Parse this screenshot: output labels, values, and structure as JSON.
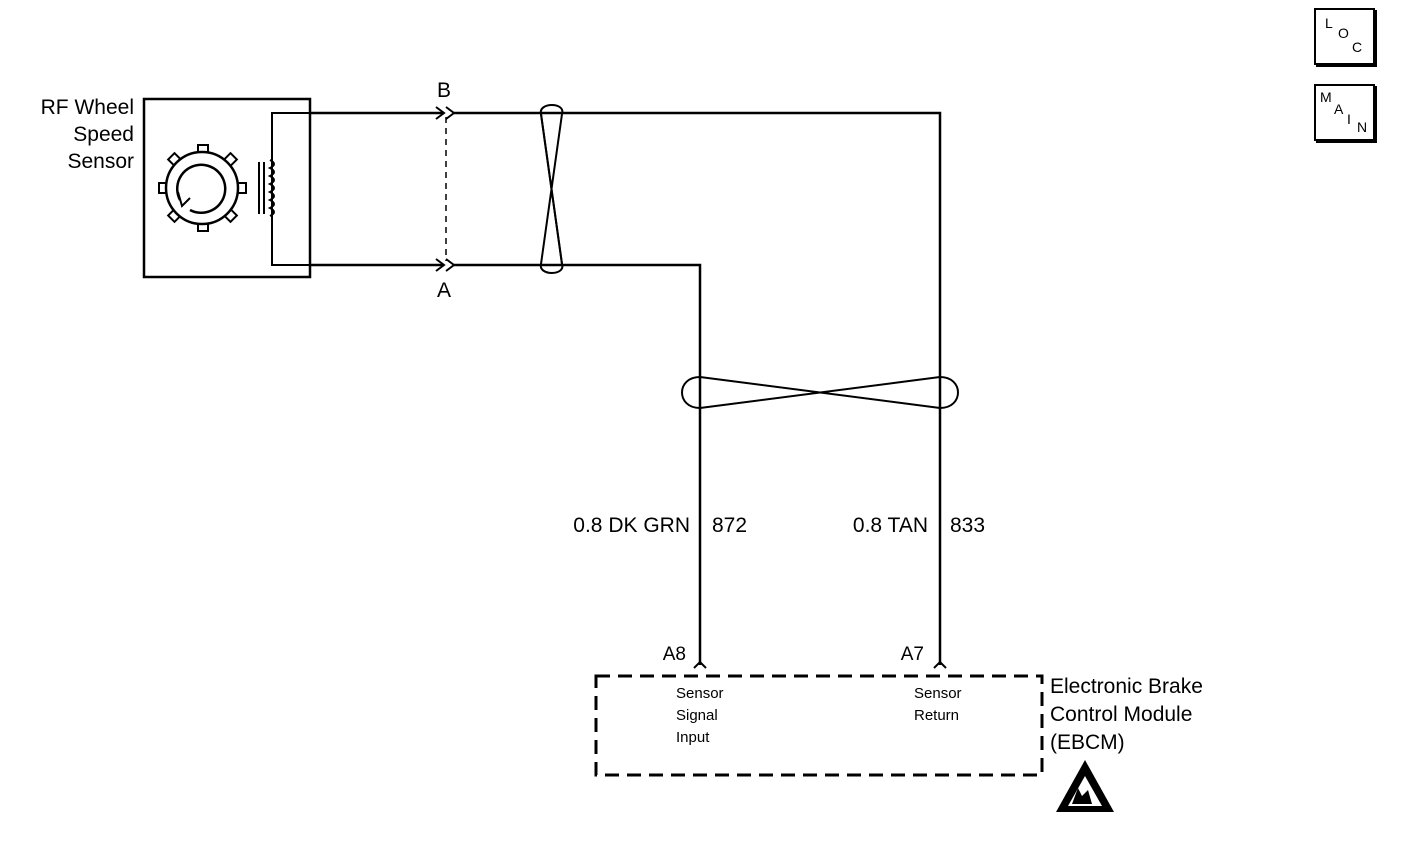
{
  "nav": {
    "loc": [
      "L",
      "O",
      "C"
    ],
    "main": [
      "M",
      "A",
      "I",
      "N"
    ]
  },
  "sensor": {
    "label_lines": [
      "RF Wheel",
      "Speed",
      "Sensor"
    ]
  },
  "connector": {
    "terminal_b": "B",
    "terminal_a": "A"
  },
  "wires": {
    "signal": {
      "size_color": "0.8 DK GRN",
      "circuit": "872",
      "pin": "A8"
    },
    "return": {
      "size_color": "0.8 TAN",
      "circuit": "833",
      "pin": "A7"
    }
  },
  "module": {
    "label_lines": [
      "Electronic Brake",
      "Control Module",
      "(EBCM)"
    ],
    "signal_label": [
      "Sensor",
      "Signal",
      "Input"
    ],
    "return_label": [
      "Sensor",
      "Return"
    ]
  }
}
